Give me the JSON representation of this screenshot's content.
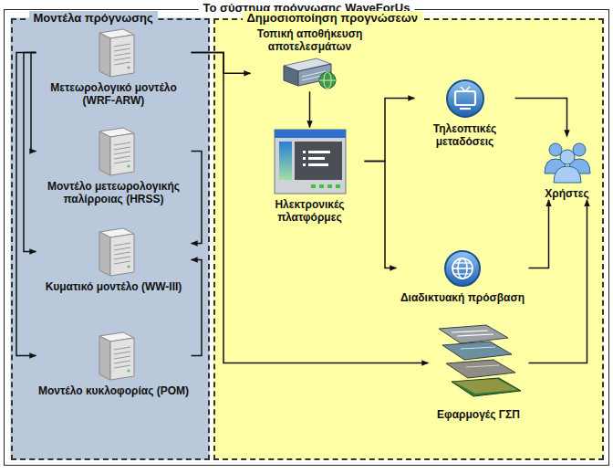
{
  "diagram": {
    "nodes": [
      {
        "text": [
          "Το σύστημα πρόγνωσης WaveForUs"
        ]
      },
      {
        "text": [
          "Μοντέλα πρόγνωσης"
        ],
        "in": 0
      },
      {
        "text": [
          "Μετεωρολογικό μοντέλο (WRF-ARW)"
        ],
        "in": 1
      },
      {
        "text": [
          "Μοντέλο μετεωρολογικής παλίρροιας (HRSS)"
        ],
        "in": 1
      },
      {
        "text": [
          "Κυματικό μοντέλο (WW-III)"
        ],
        "in": 1
      },
      {
        "text": [
          "Μοντέλο κυκλοφορίας (POM)"
        ],
        "in": 1
      },
      {
        "text": [
          "Δημοσιοποίηση προγνώσεων"
        ],
        "in": 0
      },
      {
        "text": [
          "Τοπική αποθήκευση αποτελεσμάτων"
        ],
        "in": 6
      },
      {
        "text": [
          "Ηλεκτρονικές πλατφόρμες"
        ],
        "in": 6
      },
      {
        "text": [
          "Τηλεοπτικές μεταδόσεις"
        ],
        "in": 6
      },
      {
        "text": [
          "Διαδικτυακή πρόσβαση"
        ],
        "in": 6
      },
      {
        "text": [
          "Εφαρμογές ΓΣΠ"
        ],
        "in": 6
      },
      {
        "text": [
          "Χρήστες"
        ],
        "in": 6
      }
    ],
    "edges": [
      {
        "from": 2,
        "to": 3,
        "arrow": "to"
      },
      {
        "from": 2,
        "to": 4,
        "arrow": "to"
      },
      {
        "from": 2,
        "to": 5,
        "arrow": "to"
      },
      {
        "from": 3,
        "to": 4,
        "arrow": "to"
      },
      {
        "from": 5,
        "to": 4,
        "arrow": "to"
      },
      {
        "from": 2,
        "to": 7,
        "arrow": "to"
      },
      {
        "from": 2,
        "to": 11,
        "arrow": "to"
      },
      {
        "from": 7,
        "to": 8,
        "arrow": "to"
      },
      {
        "from": 8,
        "to": 9,
        "arrow": "to"
      },
      {
        "from": 8,
        "to": 10,
        "arrow": "to"
      },
      {
        "from": 9,
        "to": 12,
        "arrow": "to"
      },
      {
        "from": 10,
        "to": 12,
        "arrow": "to"
      },
      {
        "from": 11,
        "to": 12,
        "arrow": "to"
      }
    ]
  }
}
